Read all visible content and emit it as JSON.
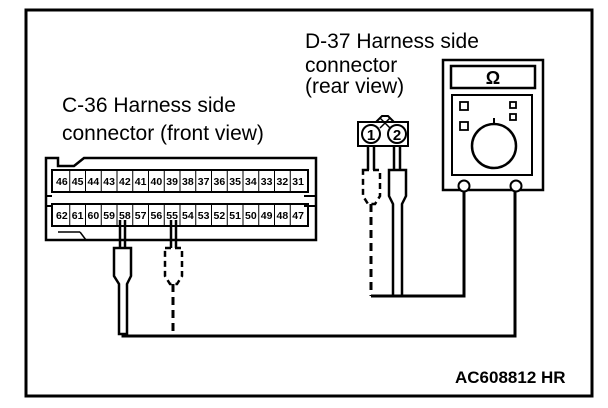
{
  "labels": {
    "c36_line1": "C-36 Harness side",
    "c36_line2": "connector (front view)",
    "d37_line1": "D-37 Harness side",
    "d37_line2": "connector",
    "d37_line3": "(rear view)",
    "reference": "AC608812 HR"
  },
  "c36_connector": {
    "top_row": [
      "46",
      "45",
      "44",
      "43",
      "42",
      "41",
      "40",
      "39",
      "38",
      "37",
      "36",
      "35",
      "34",
      "33",
      "32",
      "31"
    ],
    "bottom_row": [
      "62",
      "61",
      "60",
      "59",
      "58",
      "57",
      "56",
      "55",
      "54",
      "53",
      "52",
      "51",
      "50",
      "49",
      "48",
      "47"
    ]
  },
  "d37_connector": {
    "pins": [
      "1",
      "2"
    ]
  },
  "meter": {
    "symbol": "Ω",
    "symbol_icon": "ohm-icon"
  }
}
